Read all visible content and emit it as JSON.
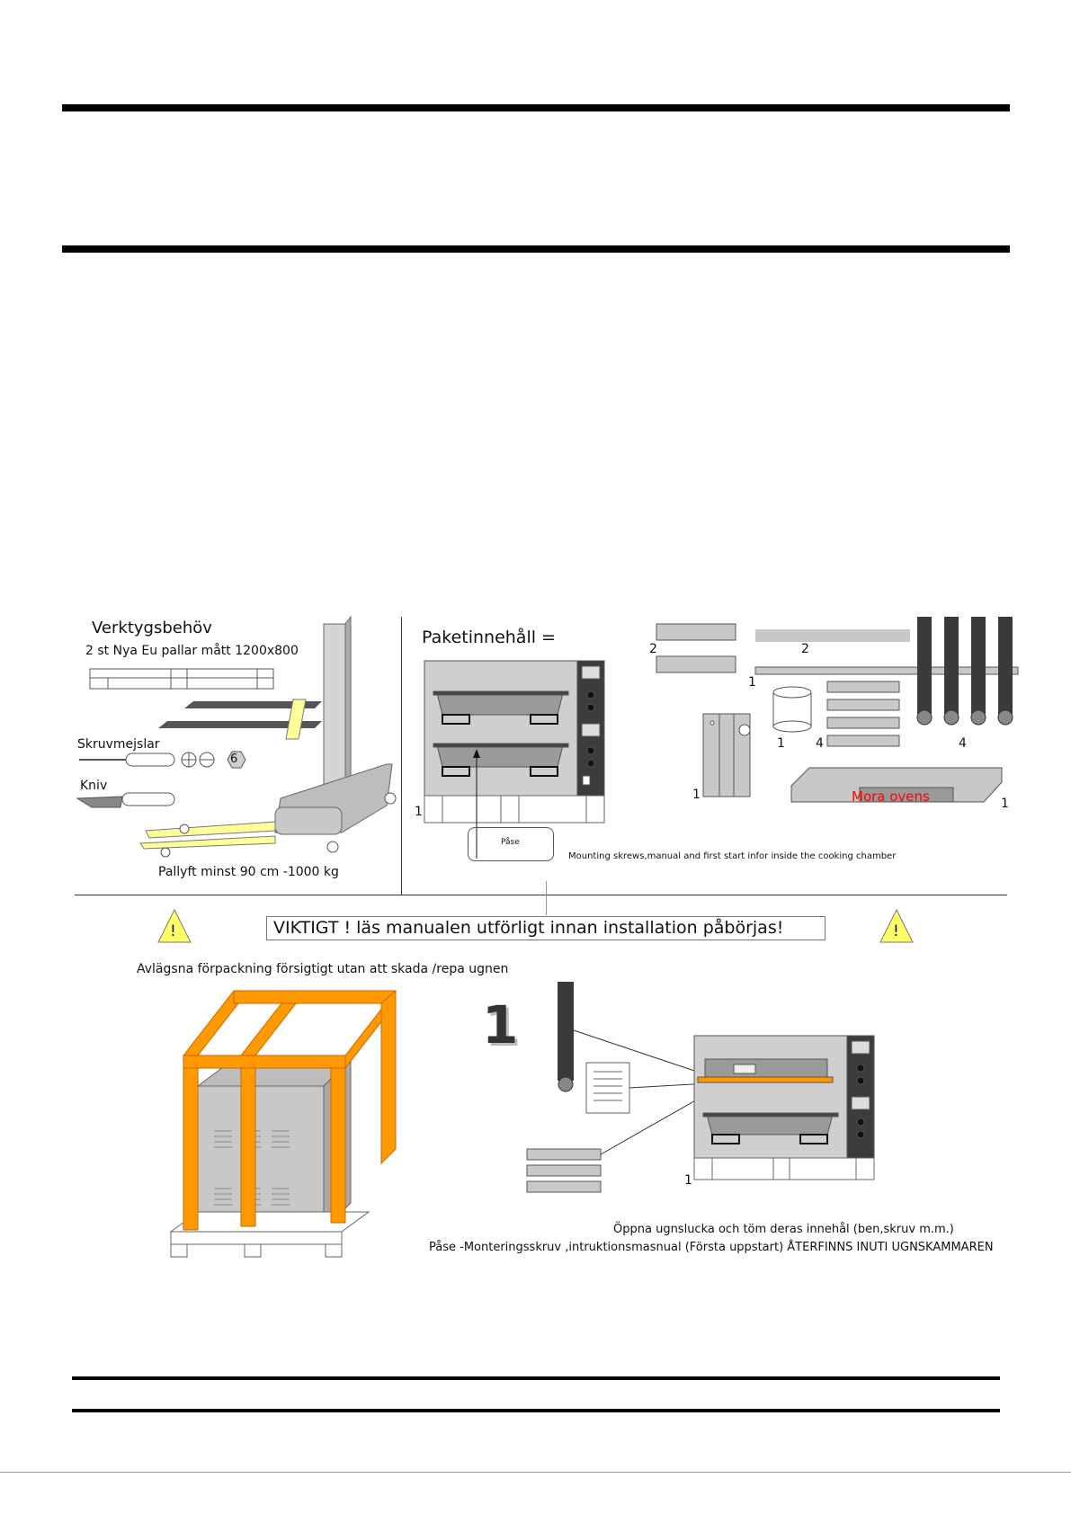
{
  "tools": {
    "heading": "Verktygsbehöv",
    "pallets": "2 st Nya Eu pallar mått 1200x800",
    "screwdrivers": "Skruvmejslar",
    "wrench_size": "6",
    "knife": "Kniv",
    "pallet_lift": "Pallyft minst 90 cm  -1000 kg"
  },
  "package": {
    "heading": "Paketinnehåll =",
    "bag_label": "Påse",
    "bag_note": "Mounting skrews,manual  and first start  infor inside the  cooking chamber",
    "brand_label": "Mora ovens",
    "qty": {
      "oven": "1",
      "panels": "2",
      "rail": "2",
      "long_rail": "1",
      "drum": "1",
      "trays": "4",
      "legs": "4",
      "plate": "1",
      "top": "1"
    }
  },
  "warning": {
    "symbol": "!",
    "text": "VIKTIGT !  läs manualen utförligt innan installation påbörjas!"
  },
  "unpack": {
    "instruction": "Avlägsna förpackning försigtigt utan att skada /repa ugnen"
  },
  "step1": {
    "number": "1",
    "oven_qty": "1",
    "line1": "Öppna ugnslucka och töm deras innehål (ben,skruv m.m.)",
    "line2": "Påse -Monteringsskruv ,intruktionsmasnual (Första uppstart) ÅTERFINNS INUTI UGNSKAMMAREN"
  },
  "colors": {
    "rule": "#000000",
    "crate": "#ff9900",
    "fork": "#ffff99",
    "warning": "#ffff66",
    "metal": "#c8c8c8",
    "dark": "#3a3a3a",
    "brand": "#ff0000"
  }
}
